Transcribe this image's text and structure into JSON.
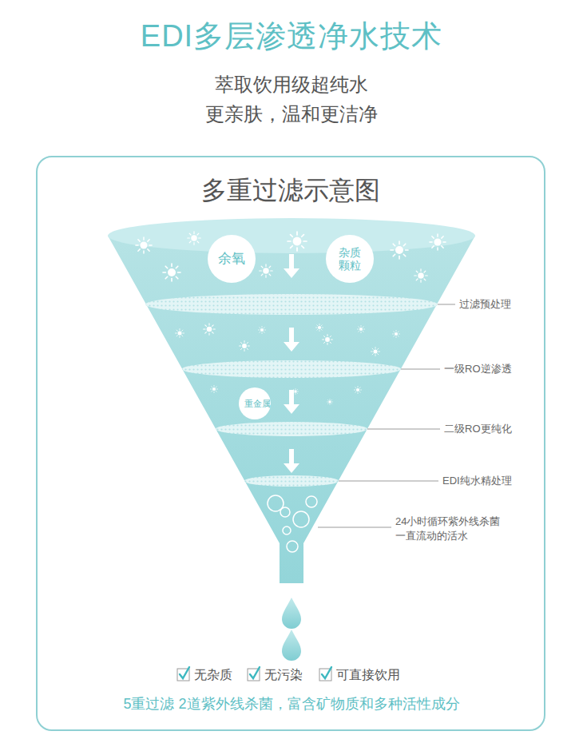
{
  "diagram": {
    "title": "EDI多层渗透净水技术",
    "nodes": [
      {
        "text": [
          "多重过滤示意图"
        ]
      },
      {
        "text": [
          "余氧"
        ],
        "in": 0
      },
      {
        "text": [
          "杂质 颗粒"
        ],
        "in": 0
      },
      {
        "text": [
          "重金属"
        ],
        "in": 0
      }
    ],
    "labels": [
      "萃取饮用级超纯水",
      "更亲肤，温和更洁净",
      "过滤预处理",
      "一级RO逆渗透",
      "二级RO更纯化",
      "EDI纯水精处理",
      "24小时循环紫外线杀菌 一直流动的活水",
      "无杂质",
      "无污染",
      "可直接饮用",
      "5重过滤 2道紫外线杀菌，富含矿物质和多种活性成分"
    ]
  }
}
